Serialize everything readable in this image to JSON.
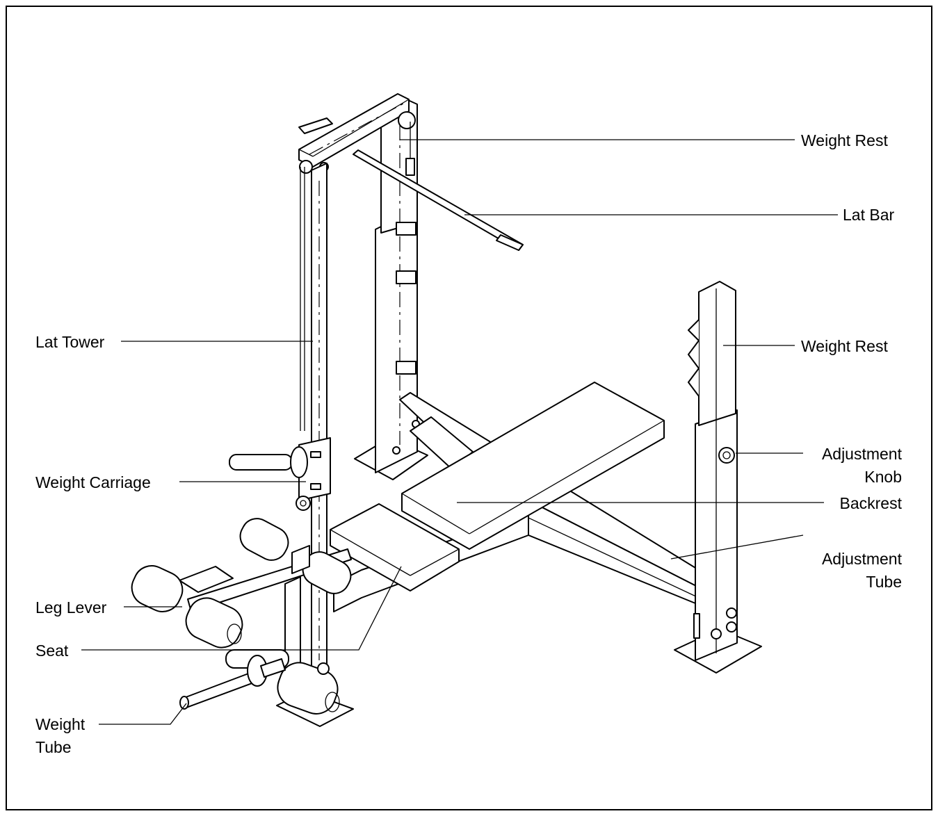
{
  "labels": {
    "weight_rest_top": "Weight Rest",
    "lat_bar": "Lat Bar",
    "lat_tower": "Lat Tower",
    "weight_rest_right": "Weight Rest",
    "adjustment_knob_1": "Adjustment",
    "adjustment_knob_2": "Knob",
    "weight_carriage": "Weight Carriage",
    "backrest": "Backrest",
    "adjustment_tube_1": "Adjustment",
    "adjustment_tube_2": "Tube",
    "leg_lever": "Leg Lever",
    "seat": "Seat",
    "weight_tube_1": "Weight",
    "weight_tube_2": "Tube"
  }
}
